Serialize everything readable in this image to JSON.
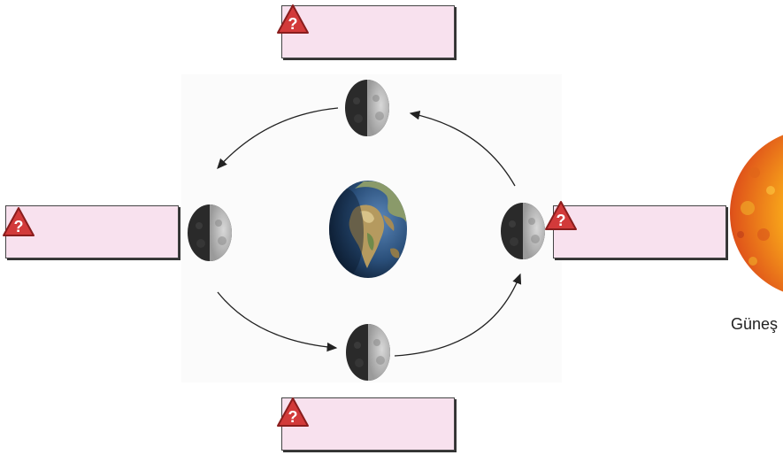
{
  "sun": {
    "label": "Güneş"
  },
  "answer_boxes": [
    {
      "position": "top",
      "value": ""
    },
    {
      "position": "left",
      "value": ""
    },
    {
      "position": "right",
      "value": ""
    },
    {
      "position": "bottom",
      "value": ""
    }
  ],
  "question_marker": {
    "symbol": "?",
    "color": "#d23a3a"
  },
  "colors": {
    "box_fill": "#f8e1ee",
    "sun_core": "#f7a21a",
    "earth_ocean": "#2a4f7a"
  }
}
